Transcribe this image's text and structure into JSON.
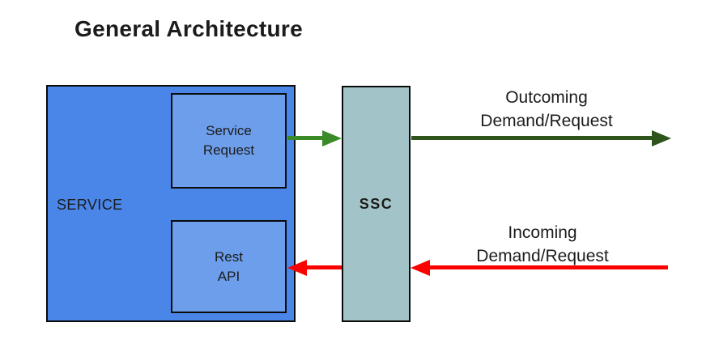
{
  "title": "General Architecture",
  "nodes": {
    "service": {
      "label": "SERVICE"
    },
    "service_request": {
      "label": "Service\nRequest"
    },
    "rest_api": {
      "label": "Rest\nAPI"
    },
    "ssc": {
      "label": "SSC"
    }
  },
  "flows": {
    "outgoing": {
      "label": "Outcoming\nDemand/Request",
      "direction": "right"
    },
    "incoming": {
      "label": "Incoming\nDemand/Request",
      "direction": "left"
    }
  },
  "colors": {
    "service_fill": "#4a86e8",
    "module_fill": "#6d9eeb",
    "ssc_fill": "#a2c4c9",
    "connector_green": "#3a8b28",
    "outgoing_green": "#2e541c",
    "incoming_red": "#fb0200",
    "text": "#1c1c1c"
  }
}
